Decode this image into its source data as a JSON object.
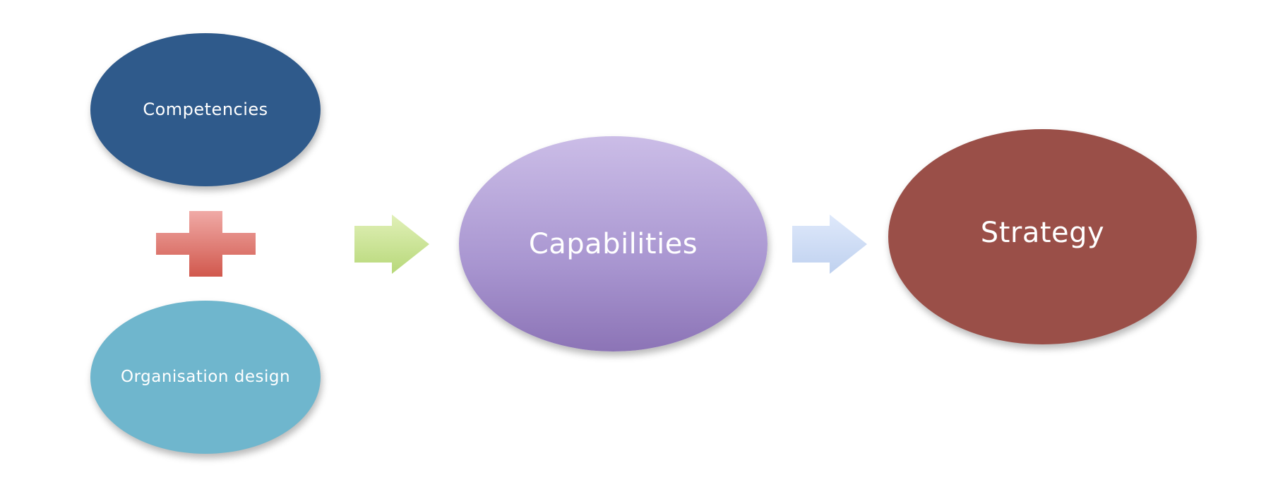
{
  "diagram": {
    "nodes": {
      "competencies": {
        "label": "Competencies",
        "color": "#2f5a8b"
      },
      "organisation_design": {
        "label": "Organisation design",
        "color": "#6fb6cd"
      },
      "capabilities": {
        "label": "Capabilities",
        "color": "#a895d0"
      },
      "strategy": {
        "label": "Strategy",
        "color": "#9a4f48"
      }
    },
    "connectors": [
      {
        "type": "plus-icon",
        "color": "#e07b72"
      },
      {
        "type": "arrow-right-icon",
        "color": "#c8e48f"
      },
      {
        "type": "arrow-right-icon",
        "color": "#c9daf2"
      }
    ]
  }
}
